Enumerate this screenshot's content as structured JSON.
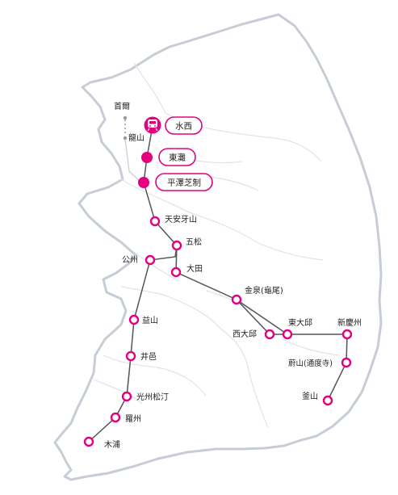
{
  "colors": {
    "accent": "#e4007f",
    "outline": "#c7cdd6",
    "inner_border": "#dfe3e8",
    "link_grey": "#9a9a9a",
    "line_grey": "#555555",
    "text": "#222222"
  },
  "stations": {
    "seoul": "首爾",
    "yongsan": "龍山",
    "suseo": "水西",
    "dongtan": "東灘",
    "pyeongtaek": "平澤芝制",
    "cheonan": "天安牙山",
    "osong": "五松",
    "daejeon": "大田",
    "gongju": "公州",
    "iksan": "益山",
    "jeongeup": "井邑",
    "gwangju": "光州松汀",
    "naju": "羅州",
    "mokpo": "木浦",
    "gimcheon": "金泉(龜尾)",
    "seodaegu": "西大邱",
    "dongdaegu": "東大邱",
    "singyeongju": "新慶州",
    "ulsan": "蔚山(通度寺)",
    "busan": "釜山"
  },
  "icons": {
    "train": "train-icon"
  }
}
